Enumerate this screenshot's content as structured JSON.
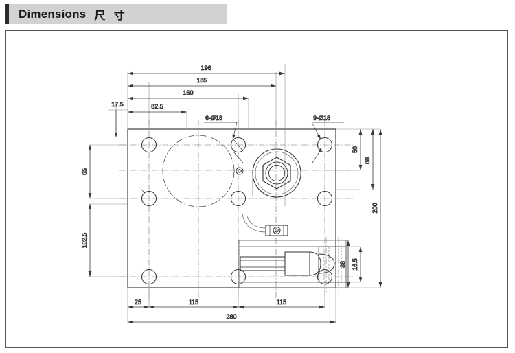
{
  "header": {
    "title_en": "Dimensions",
    "title_cn": "尺 寸",
    "accent_color": "#2b2b2b",
    "background_color": "#d2d2d2"
  },
  "drawing": {
    "name": "mounting-plate-dimension-drawing",
    "border_color": "#555555",
    "line_color": "#3a3a3a",
    "background_color": "#ffffff",
    "callouts": {
      "holes_6": "6-Ø18",
      "holes_9": "9-Ø18"
    },
    "dimensions": {
      "top": [
        {
          "id": "dim-196",
          "label": "196"
        },
        {
          "id": "dim-185",
          "label": "185"
        },
        {
          "id": "dim-160",
          "label": "160"
        },
        {
          "id": "dim-82-5",
          "label": "82.5"
        },
        {
          "id": "dim-17-5",
          "label": "17.5"
        }
      ],
      "left": [
        {
          "id": "dim-65",
          "label": "65"
        },
        {
          "id": "dim-102-5",
          "label": "102.5"
        }
      ],
      "right": [
        {
          "id": "dim-50",
          "label": "50"
        },
        {
          "id": "dim-88",
          "label": "88"
        },
        {
          "id": "dim-16-5",
          "label": "16.5"
        },
        {
          "id": "dim-38",
          "label": "38"
        },
        {
          "id": "dim-200",
          "label": "200"
        }
      ],
      "bottom": [
        {
          "id": "dim-25",
          "label": "25"
        },
        {
          "id": "dim-115-left",
          "label": "115"
        },
        {
          "id": "dim-115-right",
          "label": "115"
        },
        {
          "id": "dim-280",
          "label": "280"
        }
      ]
    }
  }
}
